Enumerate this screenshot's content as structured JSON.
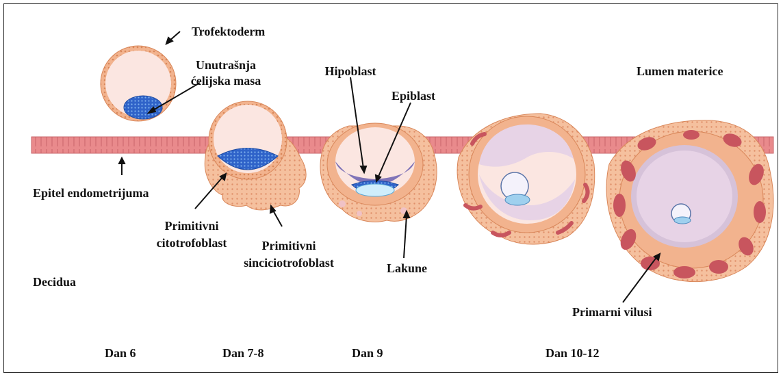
{
  "labels": {
    "trofektoderm": "Trofektoderm",
    "icm_line1": "Unutrašnja",
    "icm_line2": "ćelijska masa",
    "hipoblast": "Hipoblast",
    "epiblast": "Epiblast",
    "lumen": "Lumen materice",
    "epitel": "Epitel endometrijuma",
    "primitivni_cito_line1": "Primitivni",
    "primitivni_cito_line2": "citotrofoblast",
    "primitivni_sinc_line1": "Primitivni",
    "primitivni_sinc_line2": "sinciciotrofoblast",
    "lakune": "Lakune",
    "decidua": "Decidua",
    "primarni_vilusi": "Primarni vilusi"
  },
  "days": [
    "Dan 6",
    "Dan 7-8",
    "Dan 9",
    "Dan 10-12"
  ],
  "colors": {
    "epithelium": "#e98a8c",
    "trophoblast": "#f2b38e",
    "blastocoel": "#fbe6e1",
    "icm": "#2f63c9",
    "epiblast_fill": "#cfeefc",
    "lacunae": "#c8555e",
    "exocoelom": "#e7d3e6"
  }
}
